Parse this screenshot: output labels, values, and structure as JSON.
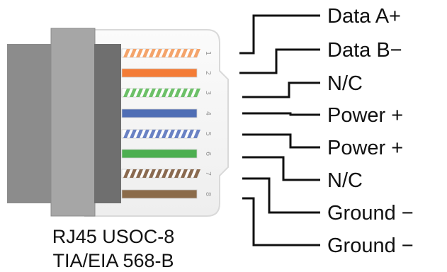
{
  "caption": {
    "line1": "RJ45 USOC-8",
    "line2": "TIA/EIA 568-B"
  },
  "pins": [
    {
      "number": "1",
      "label": "Data A+",
      "color": "#f4a46b",
      "striped": true
    },
    {
      "number": "2",
      "label": "Data B−",
      "color": "#f47c36",
      "striped": false
    },
    {
      "number": "3",
      "label": "N/C",
      "color": "#6cc068",
      "striped": true
    },
    {
      "number": "4",
      "label": "Power +",
      "color": "#4f6eb5",
      "striped": false
    },
    {
      "number": "5",
      "label": "Power +",
      "color": "#6a82c4",
      "striped": true
    },
    {
      "number": "6",
      "label": "N/C",
      "color": "#4caf50",
      "striped": false
    },
    {
      "number": "7",
      "label": "Ground −",
      "color": "#8a6a50",
      "striped": true
    },
    {
      "number": "8",
      "label": "Ground −",
      "color": "#8b6b4a",
      "striped": false
    }
  ]
}
